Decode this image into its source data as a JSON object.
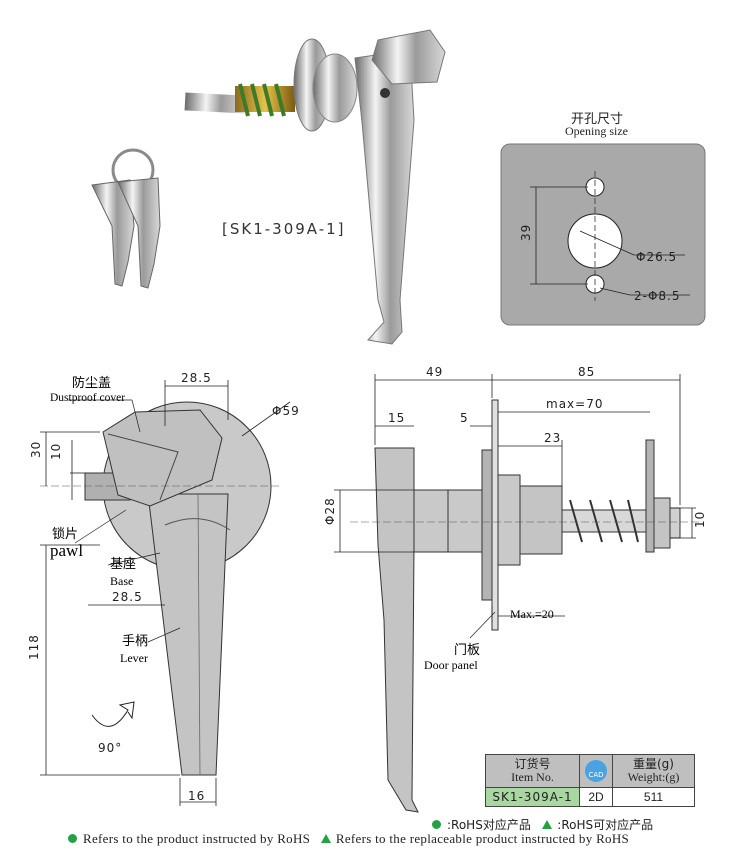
{
  "product": {
    "model_tag": "[SK1-309A-1]"
  },
  "opening": {
    "title_cn": "开孔尺寸",
    "title_en": "Opening size",
    "dim_height": "39",
    "dim_center": "Φ26.5",
    "dim_holes": "2-Φ8.5",
    "panel_color": "#a9a9a9"
  },
  "front_view": {
    "dust_cover_cn": "防尘盖",
    "dust_cover_en": "Dustproof cover",
    "pawl_cn": "锁片",
    "pawl_en": "pawl",
    "base_cn": "基座",
    "base_en": "Base",
    "lever_cn": "手柄",
    "lever_en": "Lever",
    "dim_top_width": "28.5",
    "dim_dia": "Φ59",
    "dim_30": "30",
    "dim_10": "10",
    "dim_mid_width": "28.5",
    "dim_118": "118",
    "dim_16": "16",
    "angle": "90°"
  },
  "side_view": {
    "dim_49": "49",
    "dim_85": "85",
    "dim_15": "15",
    "dim_5": "5",
    "dim_max70": "max=70",
    "dim_23": "23",
    "dim_28": "Φ28",
    "dim_10": "10",
    "dim_max20": "Max.=20",
    "door_panel_cn": "门板",
    "door_panel_en": "Door panel"
  },
  "order_table": {
    "col1_cn": "订货号",
    "col1_en": "Item No.",
    "col2_icon": "cad-icon",
    "col2_label": "CAD",
    "col3_cn": "重量(g)",
    "col3_en": "Weight:(g)",
    "item_no": "SK1-309A-1",
    "cad": "2D",
    "weight": "511"
  },
  "legend": {
    "rohs_short": ":RoHS对应产品",
    "rohs_replace_short": ":RoHS可对应产品",
    "rohs_en": "Refers to the product instructed by RoHS",
    "rohs_replace_en": "Refers to the replaceable product instructed by RoHS",
    "green": "#27a043"
  }
}
